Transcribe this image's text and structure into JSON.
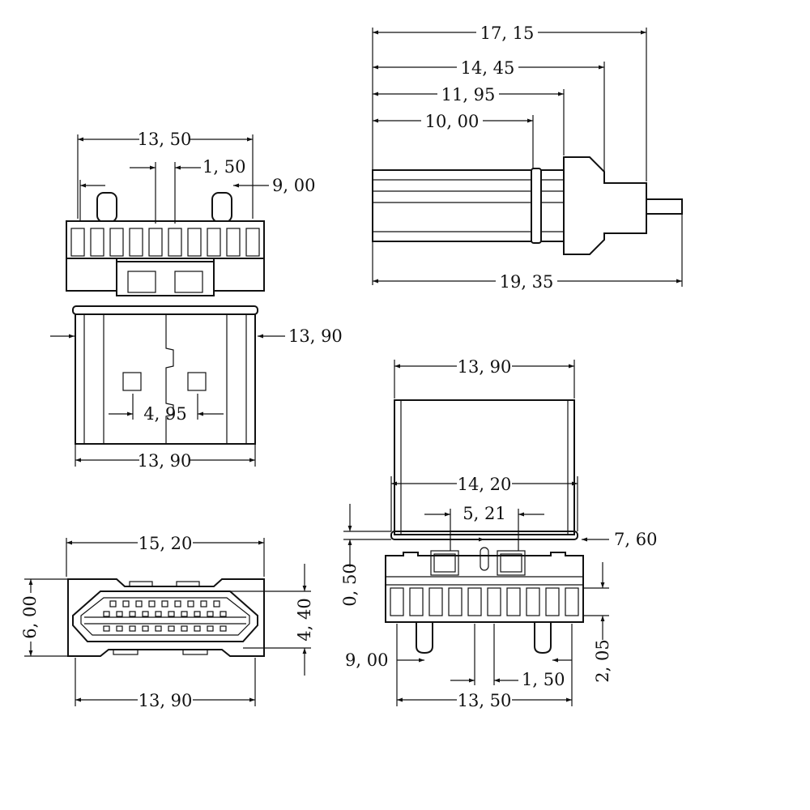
{
  "top_view": {
    "dim_width_top": "13, 50",
    "dim_pitch": "1, 50",
    "dim_pin_span": "9, 00",
    "dim_side": "13, 90",
    "dim_slot": "4, 95",
    "dim_width_bottom": "13, 90"
  },
  "side_view": {
    "dim_1715": "17, 15",
    "dim_1445": "14, 45",
    "dim_1195": "11, 95",
    "dim_1000": "10, 00",
    "dim_total": "19, 35"
  },
  "front_view": {
    "dim_outer_width": "15, 20",
    "dim_height": "6, 00",
    "dim_inner_height": "4, 40",
    "dim_bottom_width": "13, 90"
  },
  "rear_view": {
    "dim_top_width": "13, 90",
    "dim_housing_width": "14, 20",
    "dim_window": "5, 21",
    "dim_offset": "0, 50",
    "dim_height": "7, 60",
    "dim_pin_span": "9, 00",
    "dim_pitch": "1, 50",
    "dim_pin_length": "2, 05",
    "dim_bottom_width": "13, 50"
  }
}
